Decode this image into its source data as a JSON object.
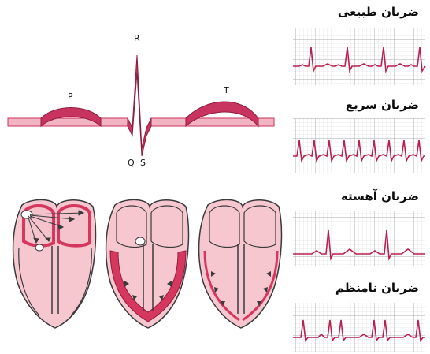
{
  "ecg_wave": {
    "labels": {
      "p": "P",
      "r": "R",
      "q": "Q",
      "s": "S",
      "t": "T"
    }
  },
  "strips": [
    {
      "title": "ضربان طبیعی",
      "rhythm": "normal"
    },
    {
      "title": "ضربان سریع",
      "rhythm": "fast"
    },
    {
      "title": "ضربان آهسته",
      "rhythm": "slow"
    },
    {
      "title": "ضربان نامنظم",
      "rhythm": "irregular"
    }
  ],
  "colors": {
    "wave_band": "#f2b4c0",
    "wave_bump": "#c8335f",
    "trace": "#b8204f",
    "grid_minor": "#d7d7d7",
    "grid_major": "#a9a9a9",
    "heart_fill": "#f7c7cf",
    "muscle": "#d6375f",
    "outline": "#3a3a3a"
  }
}
